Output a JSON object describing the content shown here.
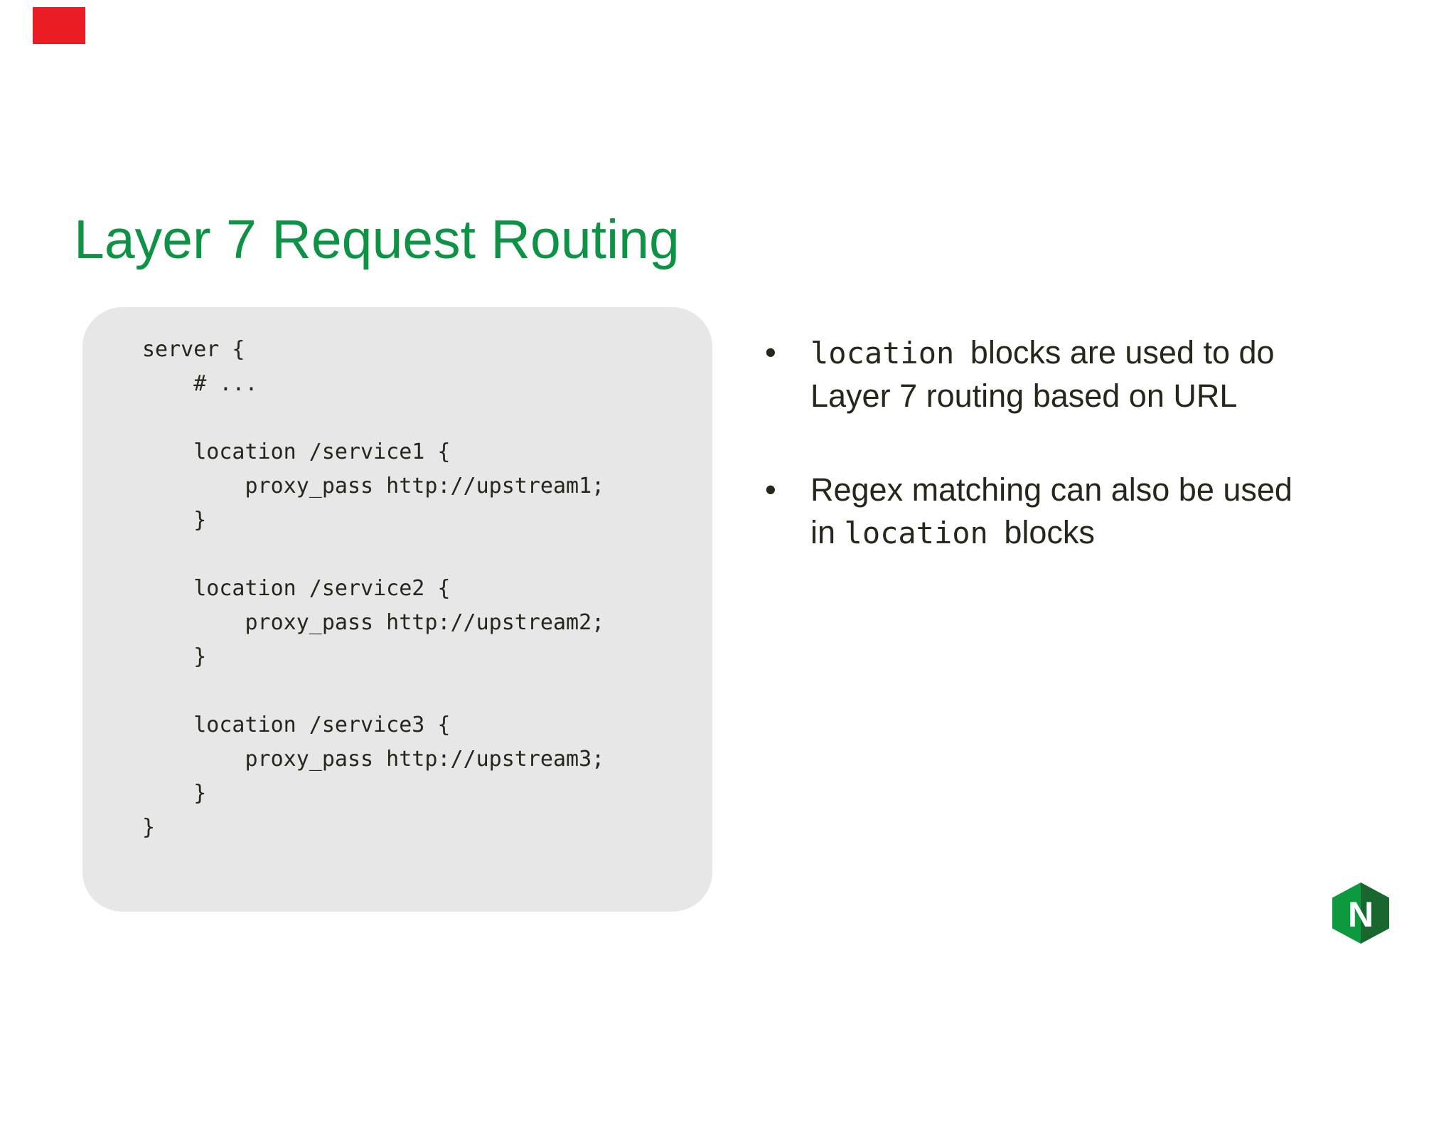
{
  "slide": {
    "marker_note": "red recording marker, no text",
    "title": "Layer 7 Request Routing",
    "code": "server {\n    # ...\n\n    location /service1 {\n        proxy_pass http://upstream1;\n    }\n\n    location /service2 {\n        proxy_pass http://upstream2;\n    }\n\n    location /service3 {\n        proxy_pass http://upstream3;\n    }\n}",
    "bullets": [
      {
        "lines": [
          [
            {
              "style": "mono",
              "text": "location"
            },
            {
              "style": "sans",
              "text": " blocks are used to do"
            }
          ],
          [
            {
              "style": "sans",
              "text": "Layer 7 routing based on URL"
            }
          ]
        ]
      },
      {
        "lines": [
          [
            {
              "style": "sans",
              "text": "Regex matching can also be used"
            }
          ],
          [
            {
              "style": "sans",
              "text": "in "
            },
            {
              "style": "mono",
              "text": "location"
            },
            {
              "style": "sans",
              "text": " blocks"
            }
          ]
        ]
      }
    ],
    "bullet_glyph": "•",
    "logo": {
      "letter": "N"
    },
    "colors": {
      "title_green": "#0E9245",
      "code_panel_bg": "#E7E7E7",
      "text_dark": "#26261A",
      "marker_red": "#EC1C24",
      "logo_green_light": "#0D9A3F",
      "logo_green_dark": "#17672F",
      "logo_letter": "#FFFFFF"
    }
  }
}
